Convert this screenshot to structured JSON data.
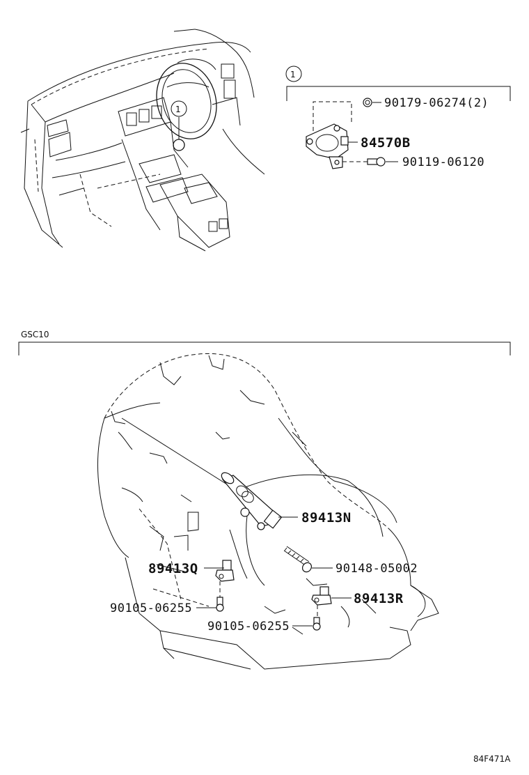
{
  "callout_number": "1",
  "top_group": {
    "parts": {
      "nut": "90179-06274(2)",
      "switch": "84570B",
      "bolt": "90119-06120"
    }
  },
  "section_label": "GSC10",
  "bottom_group": {
    "parts": {
      "speed_sensor_n": "89413N",
      "bolt_long": "90148-05002",
      "speed_sensor_q": "89413Q",
      "speed_sensor_r": "89413R",
      "bolt_left": "90105-06255",
      "bolt_right": "90105-06255"
    }
  },
  "diagram_code": "84F471A"
}
